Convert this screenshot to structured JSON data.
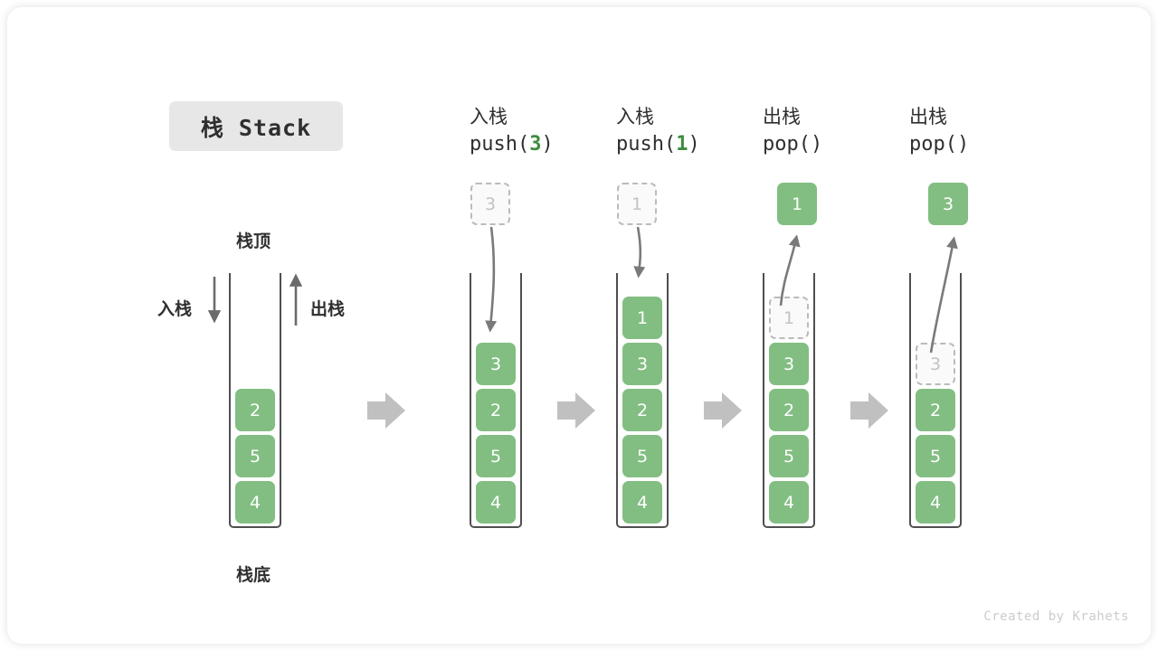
{
  "title": "栈 Stack",
  "credit": "Created by Krahets",
  "colors": {
    "element": "#82be82",
    "element_text": "#ffffff",
    "ghost_border": "#bbbbbb",
    "ghost_text": "#c2c2c2",
    "arrow": "#7a7a7a",
    "transition_arrow": "#c0c0c0",
    "badge_bg": "#e7e7e7",
    "code_arg": "#3f8c3f",
    "text": "#2f2f2f"
  },
  "labels": {
    "top": "栈顶",
    "bottom": "栈底",
    "push_side": "入栈",
    "pop_side": "出栈"
  },
  "steps": [
    {
      "id": "initial",
      "op_cn": "",
      "op_code_prefix": "",
      "op_arg": "",
      "op_code_suffix": "",
      "cells": [
        "2",
        "5",
        "4"
      ]
    },
    {
      "id": "push-3",
      "op_cn": "入栈",
      "op_code_prefix": "push(",
      "op_arg": "3",
      "op_code_suffix": ")",
      "float_value": "3",
      "float_style": "ghost",
      "cells": [
        "3",
        "2",
        "5",
        "4"
      ]
    },
    {
      "id": "push-1",
      "op_cn": "入栈",
      "op_code_prefix": "push(",
      "op_arg": "1",
      "op_code_suffix": ")",
      "float_value": "1",
      "float_style": "ghost",
      "cells": [
        "1",
        "3",
        "2",
        "5",
        "4"
      ]
    },
    {
      "id": "pop-1",
      "op_cn": "出栈",
      "op_code_prefix": "pop(",
      "op_arg": "",
      "op_code_suffix": ")",
      "float_value": "1",
      "float_style": "solid",
      "cells": [
        "1",
        "3",
        "2",
        "5",
        "4"
      ],
      "ghost_index": 0
    },
    {
      "id": "pop-3",
      "op_cn": "出栈",
      "op_code_prefix": "pop(",
      "op_arg": "",
      "op_code_suffix": ")",
      "float_value": "3",
      "float_style": "solid",
      "cells": [
        "3",
        "2",
        "5",
        "4"
      ],
      "ghost_index": 0
    }
  ]
}
